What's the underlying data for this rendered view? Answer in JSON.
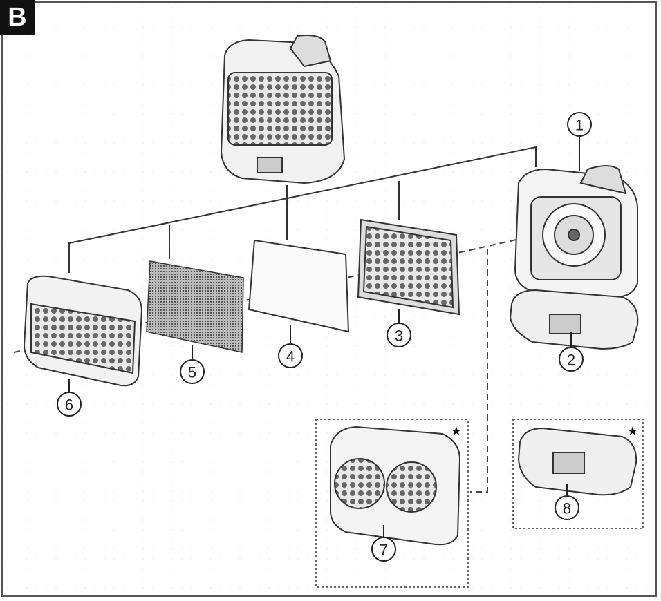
{
  "panel": {
    "label": "B"
  },
  "callouts": {
    "p1": "1",
    "p2": "2",
    "p3": "3",
    "p4": "4",
    "p5": "5",
    "p6": "6",
    "p7": "7",
    "p8": "8"
  },
  "markers": {
    "optional_star_7": "★",
    "optional_star_8": "★"
  }
}
